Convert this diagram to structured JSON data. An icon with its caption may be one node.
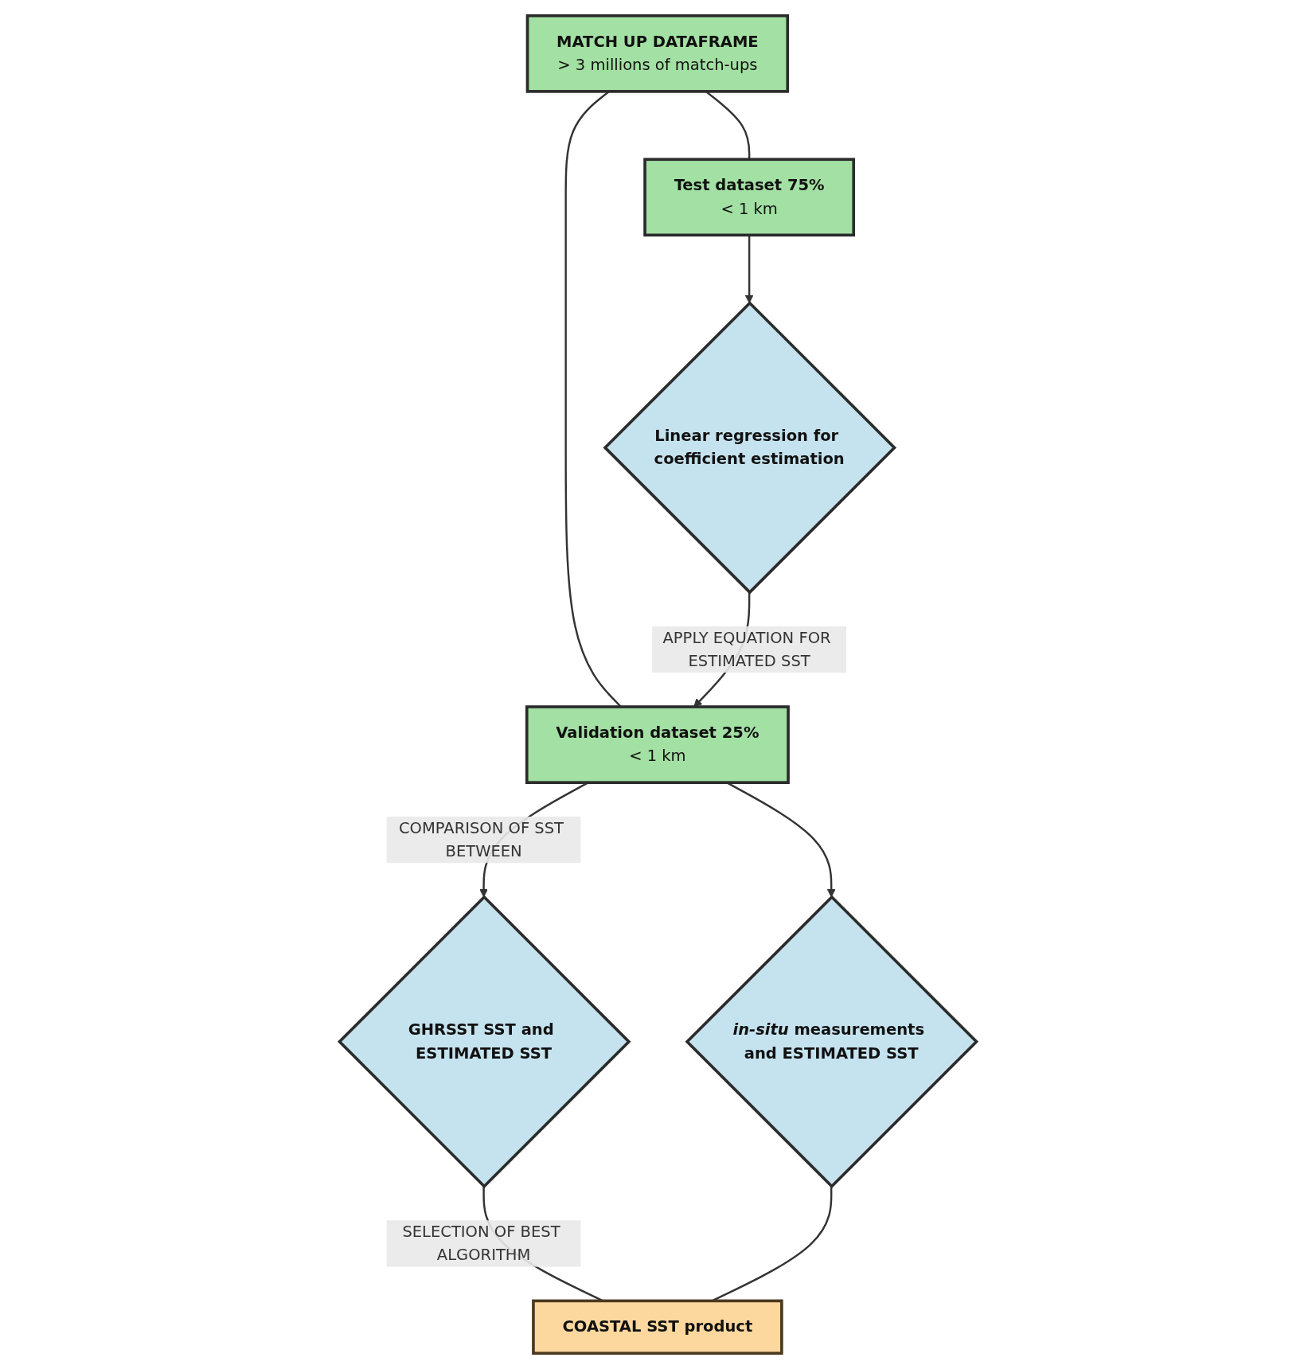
{
  "diagram": {
    "nodes": [
      {
        "text": [
          "MATCH UP DATAFRAME",
          "> 3 millions of match-ups"
        ]
      },
      {
        "text": [
          "Test dataset 75%",
          "< 1 km"
        ]
      },
      {
        "text": [
          "Linear regression for coefficient estimation"
        ]
      },
      {
        "text": [
          "Validation dataset 25%",
          "< 1 km"
        ]
      },
      {
        "text": [
          "GHRSST SST and ESTIMATED SST"
        ]
      },
      {
        "text": [
          "*in-situ* measurements and ESTIMATED SST"
        ]
      },
      {
        "text": [
          "COASTAL SST product"
        ]
      }
    ],
    "edges": [
      {
        "from": 0,
        "to": 1,
        "arrow": "none"
      },
      {
        "from": 0,
        "to": 3,
        "arrow": "none"
      },
      {
        "from": 1,
        "to": 2,
        "arrow": "to"
      },
      {
        "from": 2,
        "to": 3,
        "label": "APPLY EQUATION FOR ESTIMATED SST",
        "arrow": "to"
      },
      {
        "from": 3,
        "to": 4,
        "label": "COMPARISON OF SST BETWEEN",
        "arrow": "to"
      },
      {
        "from": 3,
        "to": 5,
        "arrow": "to"
      },
      {
        "from": 4,
        "to": 6,
        "label": "SELECTION OF BEST ALGORITHM",
        "arrow": "none"
      },
      {
        "from": 5,
        "to": 6,
        "arrow": "none"
      }
    ]
  }
}
